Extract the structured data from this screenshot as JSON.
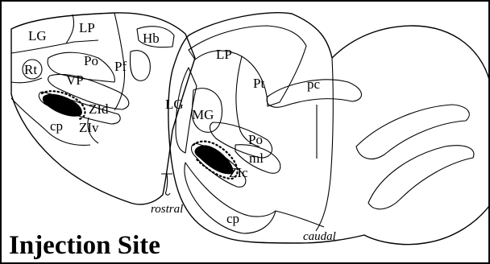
{
  "figure": {
    "title": "Injection Site",
    "rostral_section": {
      "caption": "rostral",
      "labels": {
        "lg": "LG",
        "lp": "LP",
        "hb": "Hb",
        "rt": "Rt",
        "po": "Po",
        "pf": "Pf",
        "vp": "VP",
        "zid": "ZId",
        "cp": "cp",
        "ziv": "ZIv"
      }
    },
    "caudal_section": {
      "caption": "caudal",
      "labels": {
        "lp": "LP",
        "pt": "Pt",
        "pc": "pc",
        "lg": "LG",
        "mg": "MG",
        "po": "Po",
        "ml": "ml",
        "zic": "ZIc",
        "cp": "cp"
      }
    }
  }
}
